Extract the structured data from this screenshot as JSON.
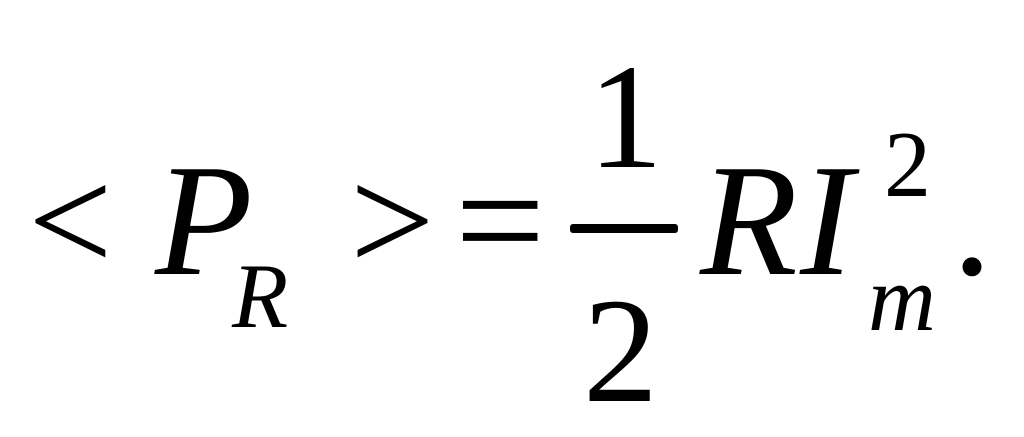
{
  "formula": {
    "less_than": "<",
    "power_symbol": "P",
    "power_subscript": "R",
    "greater_than": ">",
    "equals": "=",
    "fraction_numerator": "1",
    "fraction_denominator": "2",
    "resistance_symbol": "R",
    "current_symbol": "I",
    "current_superscript": "2",
    "current_subscript": "m",
    "period": "."
  }
}
